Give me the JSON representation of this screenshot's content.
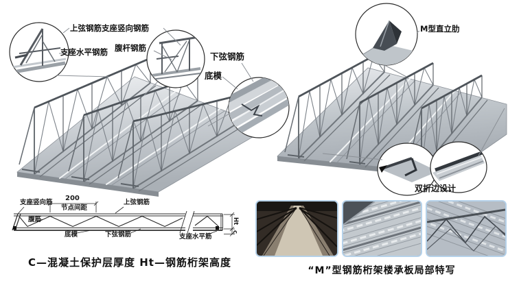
{
  "left_figure": {
    "labels": {
      "top_chord_support_vertical": "上弦钢筋支座竖向钢筋",
      "support_horizontal": "支座水平钢筋",
      "web_rebar": "腹杆钢筋",
      "bottom_chord": "下弦钢筋",
      "bottom_form": "底模"
    }
  },
  "right_figure": {
    "labels": {
      "m_rib": "M型直立肋",
      "double_fold_edge": "双折边设计"
    }
  },
  "section_diagram": {
    "labels": {
      "support_vertical_bar": "支座竖向筋",
      "node_spacing_value": "200",
      "node_spacing_name": "节点间距",
      "top_chord": "上弦钢筋",
      "web_bar": "腹筋",
      "bottom_form": "底模",
      "bottom_chord": "下弦钢筋",
      "support_horizontal_bar": "支座水平筋",
      "truss_height_symbol": "Ht",
      "cover_symbol": "c"
    },
    "caption": "C—混凝土保护层厚度  Ht—钢筋桁架高度"
  },
  "photos": {
    "caption": "“M”型钢筋桁架楼承板局部特写"
  },
  "colors": {
    "photo_border": "#b5d1e9",
    "metal_light": "#eceef0",
    "metal_mid": "#9fa5ab",
    "metal_dark": "#4e545a",
    "line": "#2b2b2b"
  }
}
